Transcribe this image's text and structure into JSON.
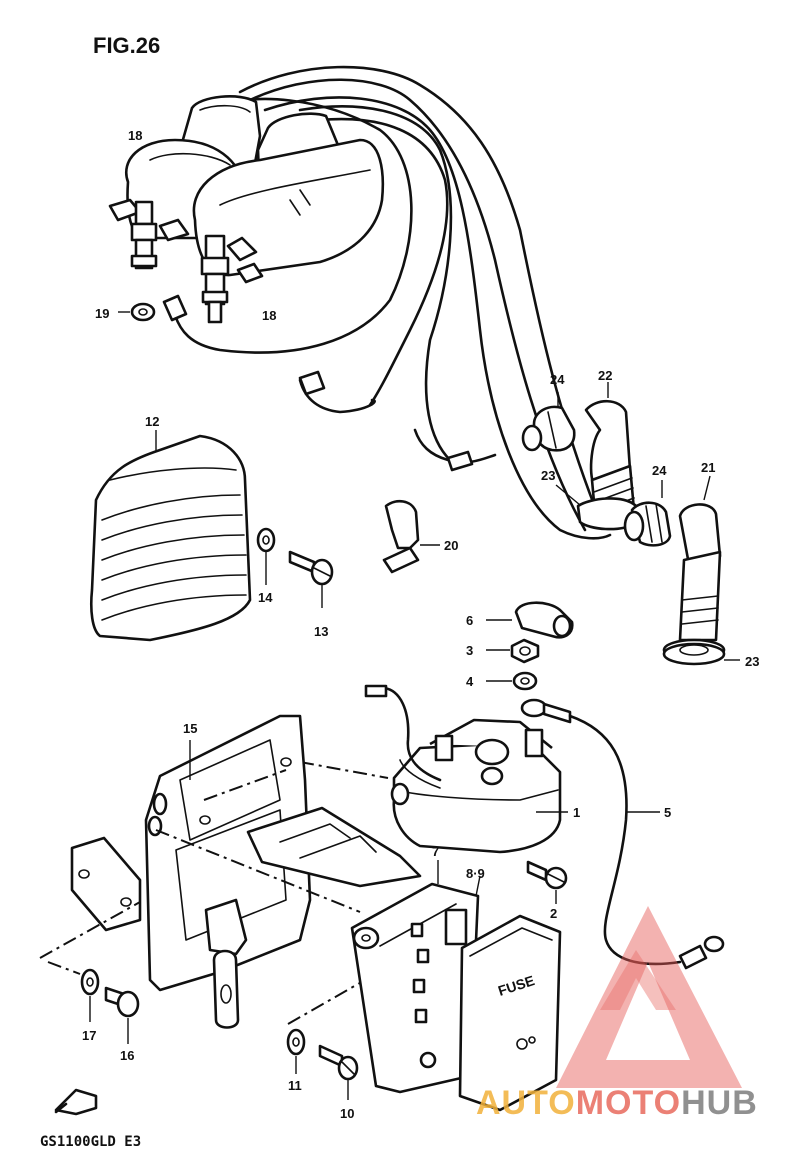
{
  "figure": {
    "title": "FIG.26",
    "model_code": "GS1100GLD E3",
    "fuse_label": "FUSE"
  },
  "callouts": {
    "c1": "1",
    "c2": "2",
    "c3": "3",
    "c4": "4",
    "c5": "5",
    "c6": "6",
    "c7": "7",
    "c89": "8·9",
    "c10": "10",
    "c11": "11",
    "c12": "12",
    "c13": "13",
    "c14": "14",
    "c15": "15",
    "c16": "16",
    "c17": "17",
    "c18a": "18",
    "c18b": "18",
    "c19": "19",
    "c20": "20",
    "c21": "21",
    "c22": "22",
    "c23a": "23",
    "c23b": "23",
    "c24a": "24",
    "c24b": "24"
  },
  "watermark": {
    "part1": "AUTO",
    "part2": "MOTO",
    "part3": "HUB",
    "colors": {
      "auto": "#f2b13a",
      "moto": "#e86a5d",
      "hub": "#7d7d7d",
      "logo": "#e55a55"
    }
  }
}
